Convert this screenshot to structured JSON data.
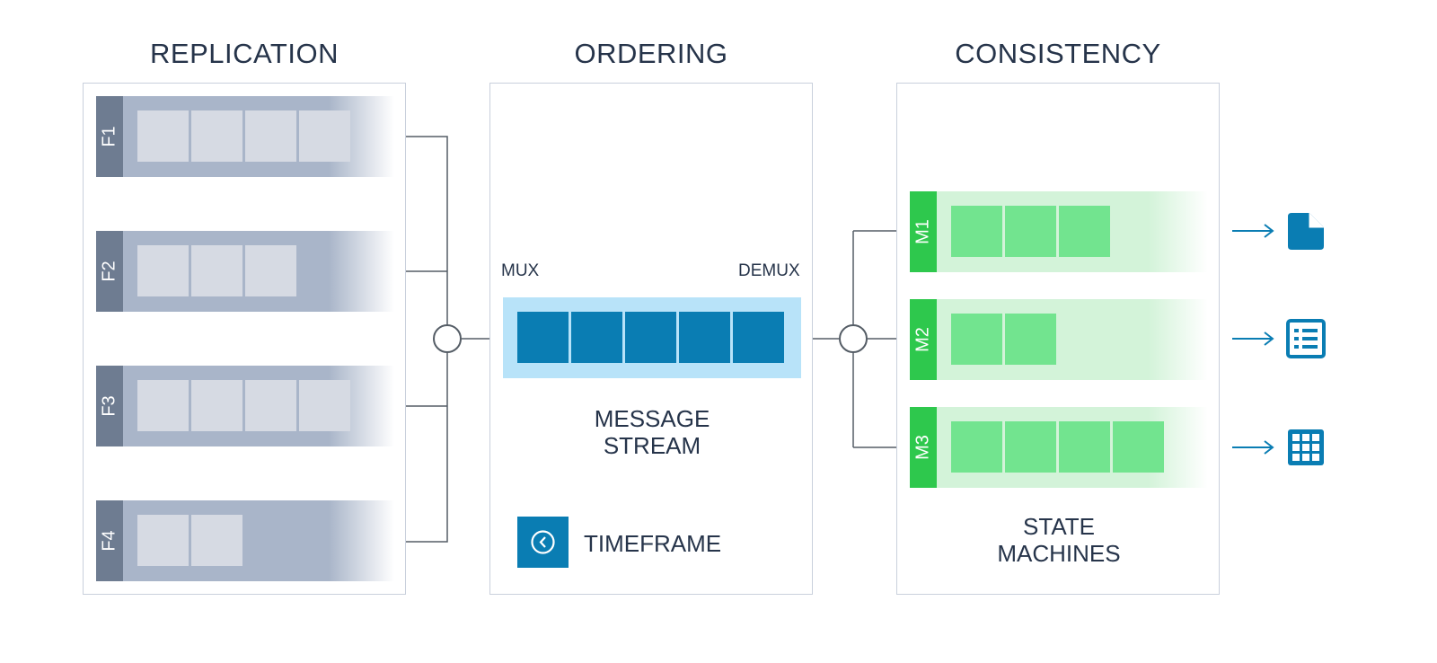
{
  "headings": {
    "replication": "REPLICATION",
    "ordering": "ORDERING",
    "consistency": "CONSISTENCY"
  },
  "replication": {
    "feeds": [
      {
        "label": "F1",
        "cells": 4
      },
      {
        "label": "F2",
        "cells": 3
      },
      {
        "label": "F3",
        "cells": 4
      },
      {
        "label": "F4",
        "cells": 2
      }
    ]
  },
  "ordering": {
    "mux_label": "MUX",
    "demux_label": "DEMUX",
    "stream_cells": 5,
    "stream_label_line1": "MESSAGE",
    "stream_label_line2": "STREAM",
    "timeframe_label": "TIMEFRAME",
    "timeframe_icon": "clock-icon"
  },
  "consistency": {
    "machines": [
      {
        "label": "M1",
        "cells": 3,
        "output_icon": "document-icon"
      },
      {
        "label": "M2",
        "cells": 2,
        "output_icon": "list-icon"
      },
      {
        "label": "M3",
        "cells": 4,
        "output_icon": "grid-table-icon"
      }
    ],
    "caption_line1": "STATE",
    "caption_line2": "MACHINES"
  },
  "colors": {
    "feed_tab": "#6e7c91",
    "feed_row": "#a9b5c9",
    "feed_cell": "#d6dae3",
    "stream_bg": "#b8e3f9",
    "stream_cell": "#0a7db3",
    "machine_tab": "#2ec84d",
    "machine_row": "#d3f3d9",
    "machine_cell": "#72e48f",
    "accent_blue": "#0a7db3",
    "connector": "#555d66"
  }
}
